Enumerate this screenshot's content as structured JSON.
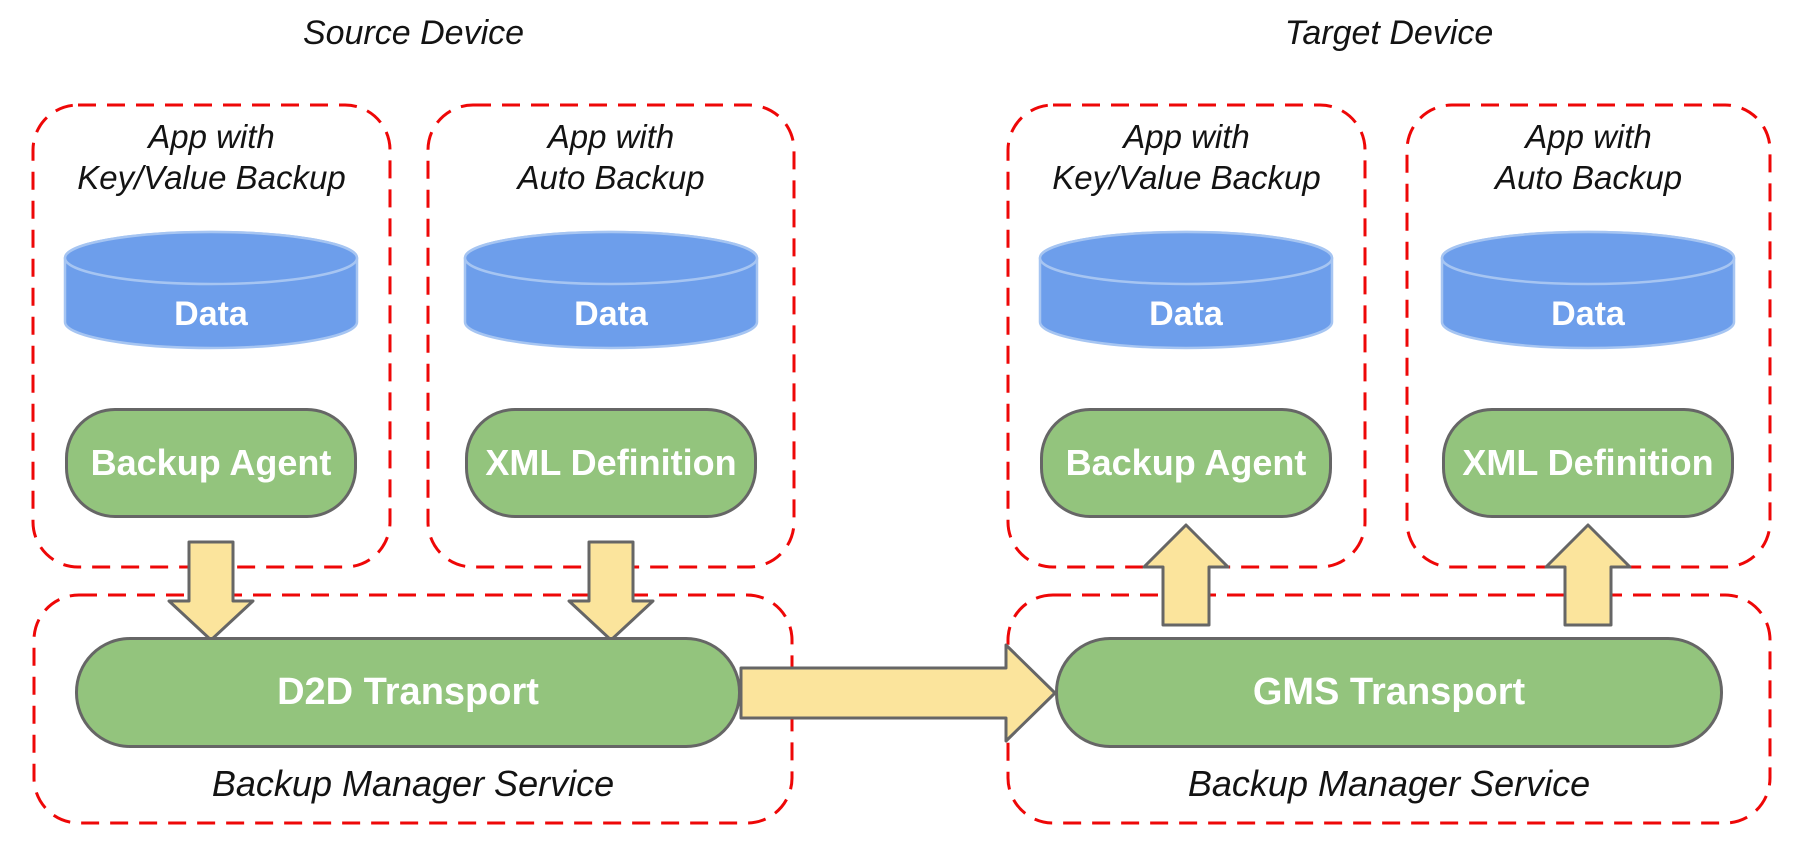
{
  "colors": {
    "boundary-red": "#ee0707",
    "pill-green": "#93C47D",
    "cylinder-blue": "#6D9EEB",
    "cylinder-edge": "#a6c5f2",
    "arrow-yellow": "#FBE49C",
    "outline-gray": "#666666",
    "text-black": "#131313",
    "label-white": "#ffffff"
  },
  "source_device": {
    "title": "Source Device",
    "apps": [
      {
        "name_line1": "App with",
        "name_line2": "Key/Value Backup",
        "data_store": "Data",
        "backup_component": "Backup Agent"
      },
      {
        "name_line1": "App with",
        "name_line2": "Auto Backup",
        "data_store": "Data",
        "backup_component": "XML Definition"
      }
    ],
    "backup_manager_service": {
      "label": "Backup Manager Service",
      "transport": "D2D Transport"
    }
  },
  "target_device": {
    "title": "Target Device",
    "apps": [
      {
        "name_line1": "App with",
        "name_line2": "Key/Value Backup",
        "data_store": "Data",
        "backup_component": "Backup Agent"
      },
      {
        "name_line1": "App with",
        "name_line2": "Auto Backup",
        "data_store": "Data",
        "backup_component": "XML Definition"
      }
    ],
    "backup_manager_service": {
      "label": "Backup Manager Service",
      "transport": "GMS Transport"
    }
  }
}
